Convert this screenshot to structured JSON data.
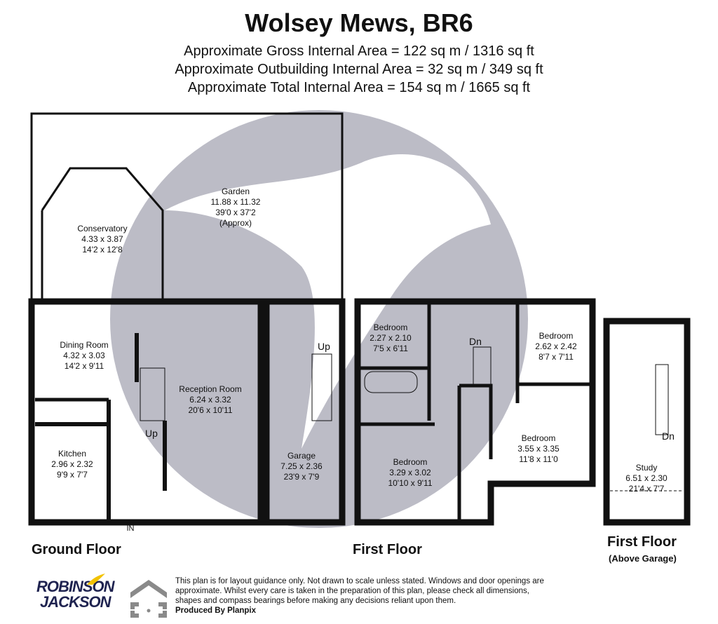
{
  "title": "Wolsey Mews, BR6",
  "areas": [
    "Approximate Gross Internal Area = 122 sq m / 1316 sq ft",
    "Approximate Outbuilding Internal Area = 32 sq m / 349 sq ft",
    "Approximate Total Internal Area = 154 sq m / 1665 sq ft"
  ],
  "rooms": {
    "garden": {
      "name": "Garden",
      "m": "11.88 x 11.32",
      "ft": "39'0 x 37'2",
      "note": "(Approx)"
    },
    "conservatory": {
      "name": "Conservatory",
      "m": "4.33 x 3.87",
      "ft": "14'2 x 12'8"
    },
    "dining": {
      "name": "Dining Room",
      "m": "4.32 x 3.03",
      "ft": "14'2 x 9'11"
    },
    "reception": {
      "name": "Reception Room",
      "m": "6.24 x 3.32",
      "ft": "20'6 x 10'11"
    },
    "kitchen": {
      "name": "Kitchen",
      "m": "2.96 x 2.32",
      "ft": "9'9 x 7'7"
    },
    "garage": {
      "name": "Garage",
      "m": "7.25 x 2.36",
      "ft": "23'9 x 7'9"
    },
    "bed1": {
      "name": "Bedroom",
      "m": "2.27 x 2.10",
      "ft": "7'5 x 6'11"
    },
    "bed2": {
      "name": "Bedroom",
      "m": "2.62 x 2.42",
      "ft": "8'7 x 7'11"
    },
    "bed3": {
      "name": "Bedroom",
      "m": "3.29 x 3.02",
      "ft": "10'10 x 9'11"
    },
    "bed4": {
      "name": "Bedroom",
      "m": "3.55 x 3.35",
      "ft": "11'8 x 11'0"
    },
    "study": {
      "name": "Study",
      "m": "6.51 x 2.30",
      "ft": "21'4 x 7'7"
    }
  },
  "stairs": {
    "up1": "Up",
    "up2": "Up",
    "dn1": "Dn",
    "dn2": "Dn",
    "in": "IN"
  },
  "floors": {
    "ground": "Ground Floor",
    "first": "First Floor",
    "first_garage": "First Floor",
    "first_garage_sub": "(Above Garage)"
  },
  "disclaimer": "This plan is for layout guidance only. Not drawn to scale unless stated. Windows and door openings are approximate. Whilst every care is taken in the preparation of this plan, please check all dimensions, shapes and compass bearings before making any decisions reliant upon them.",
  "produced_by": "Produced By Planpix",
  "logo": {
    "line1": "ROBINSON",
    "line2": "JACKSON"
  },
  "colors": {
    "wall": "#111111",
    "watermark": "#bcbcc6",
    "logo_text": "#1f2350",
    "logo_bird": "#f2c200",
    "planpix": "#8a8a8a"
  }
}
